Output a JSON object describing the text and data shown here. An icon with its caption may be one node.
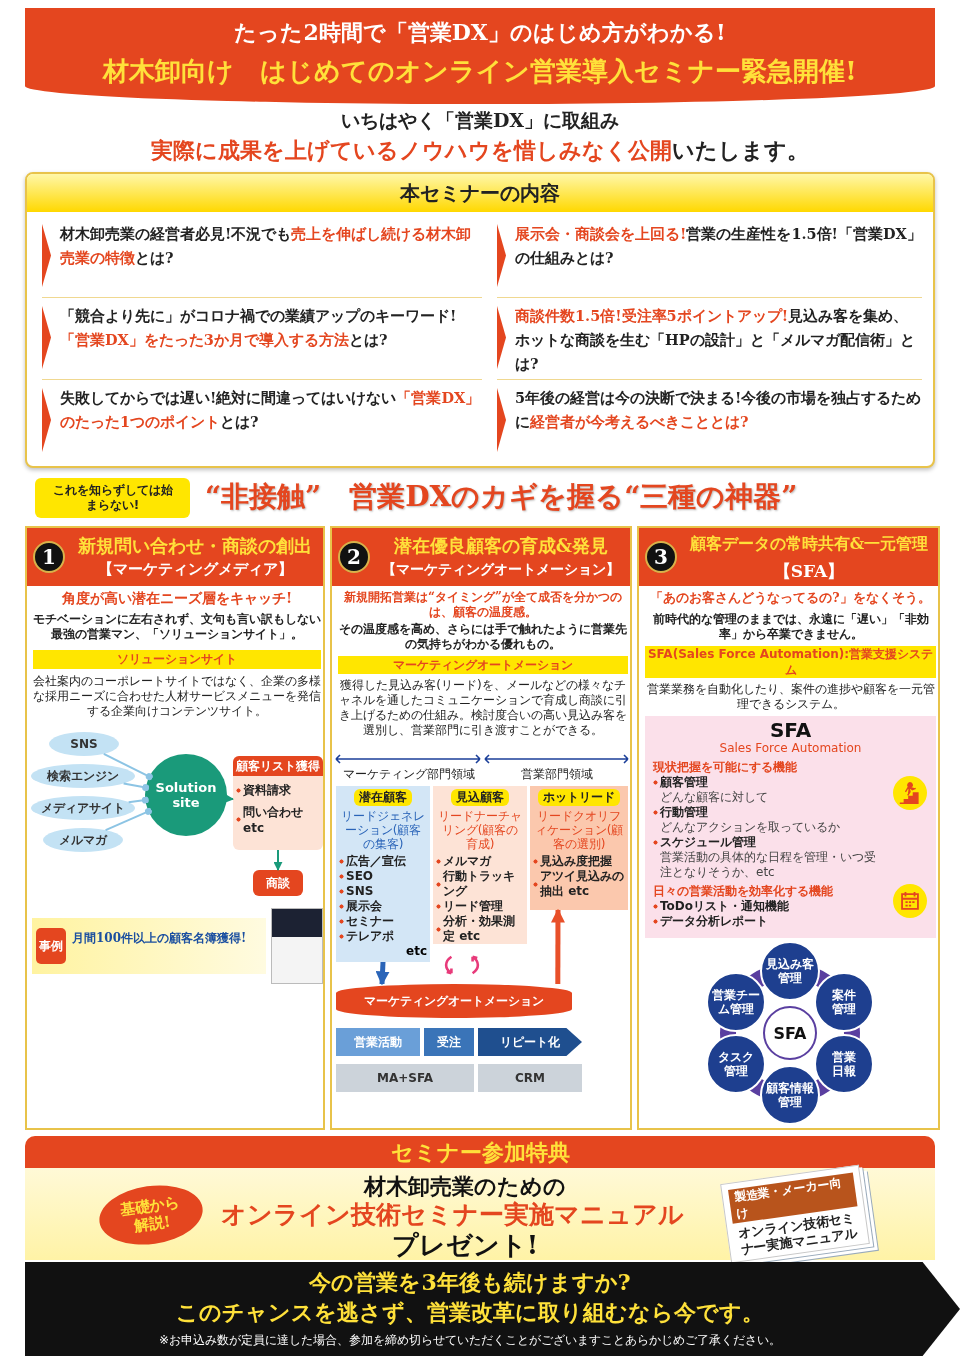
{
  "diagram": {
    "nodes": [
      {
        "text": [
          "たった2時間で「営業DX」のはじめ方がわかる!",
          "材木卸向け　はじめてのオンライン営業導入セミナー緊急開催!"
        ]
      },
      {
        "text": [
          "本セミナーの内容"
        ]
      },
      {
        "text": [
          "材木卸売業の経営者必見!不況でも**売上を伸ばし続ける材木卸売業の特徴**とは?"
        ],
        "in": 1
      },
      {
        "text": [
          "**展示会・商談会を上回る!**営業の生産性を1.5倍!「営業DX」の仕組みとは?"
        ],
        "in": 1
      },
      {
        "text": [
          "「競合より先に」がコロナ禍での業績アップのキーワード!**「営業DX」をたった3か月で導入する方法**とは?"
        ],
        "in": 1
      },
      {
        "text": [
          "**商談件数1.5倍!受注率5ポイントアップ!**見込み客を集め、ホットな商談を生む「HPの設計」と「メルマガ配信術」とは?"
        ],
        "in": 1
      },
      {
        "text": [
          "失敗してからでは遅い!絶対に間違ってはいけない**「営業DX」のたった1つのポイント**とは?"
        ],
        "in": 1
      },
      {
        "text": [
          "5年後の経営は今の決断で決まる!今後の市場を独占するために**経営者が今考えるべきこととは?**"
        ],
        "in": 1
      },
      {
        "text": [
          "これを知らずしては始まらない!"
        ]
      },
      {
        "text": [
          "新規問い合わせ・商談の創出",
          "【マーケティングメディア】",
          "角度が高い潜在ニーズ層をキャッチ!",
          "モチベーションに左右されず、文句も言い訳もしない最強の営業マン、「ソリューションサイト」。",
          "ソリューションサイト",
          "会社案内のコーポレートサイトではなく、企業の多様な採用ニーズに合わせた人材サービスメニューを発信する企業向けコンテンツサイト。"
        ]
      },
      {
        "text": [
          "1"
        ],
        "in": 9
      },
      {
        "text": [
          "SNS"
        ],
        "in": 9
      },
      {
        "text": [
          "検索エンジン"
        ],
        "in": 9
      },
      {
        "text": [
          "メディアサイト"
        ],
        "in": 9
      },
      {
        "text": [
          "メルマガ"
        ],
        "in": 9
      },
      {
        "text": [
          "Solution site"
        ],
        "in": 9
      },
      {
        "text": [
          "顧客リスト獲得",
          "資料請求",
          "問い合わせ etc"
        ],
        "in": 9
      },
      {
        "text": [
          "商談"
        ],
        "in": 9
      },
      {
        "text": [
          "月間100件以上の顧客名簿獲得!"
        ],
        "in": 9
      },
      {
        "text": [
          "事例"
        ],
        "in": 18
      },
      {
        "text": [
          "潜在優良顧客の育成&発見",
          "【マーケティングオートメーション】",
          "新規開拓営業は“タイミング”が全て成否を分かつのは、顧客の温度感。",
          "その温度感を高め、さらには手で触れたように営業先の気持ちがわかる優れもの。",
          "マーケティングオートメーション",
          "獲得した見込み客(リード)を、メールなどの様々なチャネルを通したコミュニケーションで育成し商談に引き上げるための仕組み。検討度合いの高い見込み客を選別し、営業部門に引き渡すことができる。"
        ]
      },
      {
        "text": [
          "2"
        ],
        "in": 20
      },
      {
        "text": [
          "潜在顧客",
          "リードジェネレーション(顧客の集客)",
          "広告／宣伝",
          "SEO",
          "SNS",
          "展示会",
          "セミナー",
          "テレアポ",
          "etc"
        ],
        "in": 20
      },
      {
        "text": [
          "見込顧客",
          "リードナーチャリング(顧客の育成)",
          "メルマガ",
          "行動トラッキング",
          "リード管理",
          "分析・効果測定 etc"
        ],
        "in": 20
      },
      {
        "text": [
          "ホットリード",
          "リードクオリフィケーション(顧客の選別)",
          "見込み度把握",
          "アツイ見込みの抽出 etc"
        ],
        "in": 20
      },
      {
        "text": [
          "営業活動"
        ],
        "in": 20
      },
      {
        "text": [
          "受注"
        ],
        "in": 20
      },
      {
        "text": [
          "リピート化"
        ],
        "in": 20
      },
      {
        "text": [
          "マーケティングオートメーション"
        ],
        "in": 20
      },
      {
        "text": [
          "MA+SFA"
        ],
        "in": 20
      },
      {
        "text": [
          "CRM"
        ],
        "in": 20
      },
      {
        "text": [
          "顧客データの常時共有&一元管理",
          "【SFA】",
          "「あのお客さんどうなってるの?」をなくそう。",
          "前時代的な管理のままでは、永遠に「遅い」「非効率」から卒業できません。",
          "SFA(Sales Force Automation):営業支援システム",
          "営業業務を自動化したり、案件の進捗や顧客を一元管理できるシステム。"
        ]
      },
      {
        "text": [
          "3"
        ],
        "in": 31
      },
      {
        "text": [
          "SFA",
          "Sales Force Automation",
          "現状把握を可能にする機能",
          "顧客管理",
          "どんな顧客に対して",
          "行動管理",
          "どんなアクションを取っているか",
          "スケジュール管理",
          "営業活動の具体的な日程を管理・いつ受注となりそうか、etc",
          "日々の営業活動を効率化する機能",
          "ToDoリスト・通知機能",
          "データ分析レポート"
        ],
        "in": 31
      },
      {
        "text": [
          "見込み客管理"
        ],
        "in": 31
      },
      {
        "text": [
          "営業チーム管理"
        ],
        "in": 31
      },
      {
        "text": [
          "案件管理"
        ],
        "in": 31
      },
      {
        "text": [
          "SFA"
        ],
        "in": 31
      },
      {
        "text": [
          "タスク管理"
        ],
        "in": 31
      },
      {
        "text": [
          "営業日報"
        ],
        "in": 31
      },
      {
        "text": [
          "顧客情報管理"
        ],
        "in": 31
      },
      {
        "text": [
          "セミナー参加特典",
          "材木卸売業のための",
          "オンライン技術セミナー実施マニュアル",
          "プレゼント!"
        ]
      },
      {
        "text": [
          "基礎から解説!"
        ],
        "in": 41
      },
      {
        "text": [
          "製造業・メーカー向け",
          "オンライン技術セミナー実施マニュアル"
        ],
        "in": 41
      },
      {
        "text": [
          "今の営業を3年後も続けますか?",
          "このチャンスを逃さず、営業改革に取り組むなら今です。",
          "※お申込み数が定員に達した場合、参加を締め切らせていただくことがございますことあらかじめご了承ください。"
        ]
      }
    ],
    "edges": [
      {
        "from": 11,
        "to": 15,
        "arrow": "other"
      },
      {
        "from": 12,
        "to": 15,
        "arrow": "other"
      },
      {
        "from": 13,
        "to": 15,
        "arrow": "other"
      },
      {
        "from": 14,
        "to": 15,
        "arrow": "other"
      },
      {
        "from": 15,
        "to": 16,
        "arrow": "to",
        "color": "#1a9a7a"
      },
      {
        "from": 16,
        "to": 17,
        "arrow": "to",
        "color": "#1a9a7a"
      },
      {
        "from": 22,
        "to": 28,
        "arrow": "to",
        "style": "thick",
        "color": "#2a64b8"
      },
      {
        "from": 28,
        "to": 24,
        "arrow": "to",
        "style": "thick",
        "color": "#e8502a"
      }
    ],
    "labels": [
      "いちはやく「営業DX」に取組み",
      "**実際に成果を上げているノウハウを惜しみなく公開**いたします。",
      "“非接触”　営業DXのカギを握る“三種の神器”",
      "マーケティング部門領域",
      "営業部門領域"
    ]
  }
}
